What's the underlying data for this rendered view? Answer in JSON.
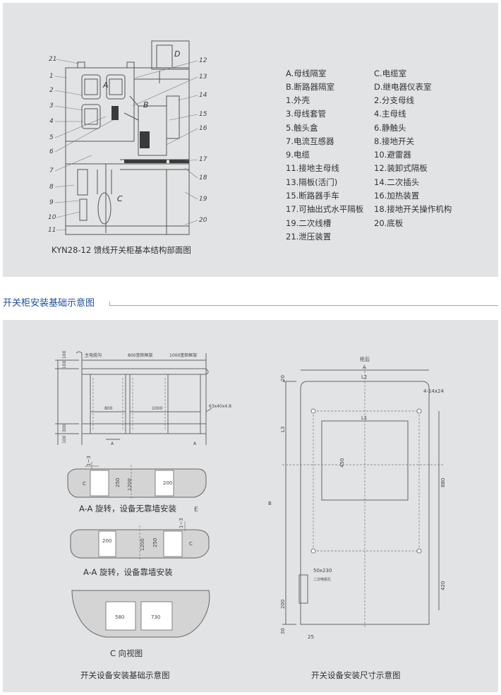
{
  "top_diagram": {
    "section_labels": [
      "A",
      "B",
      "C",
      "D"
    ],
    "callouts": [
      "21",
      "1",
      "2",
      "3",
      "4",
      "5",
      "6",
      "7",
      "8",
      "9",
      "10",
      "11",
      "12",
      "13",
      "14",
      "15",
      "16",
      "17",
      "18",
      "19",
      "20"
    ],
    "caption": "KYN28-12 馈线开关柜基本结构部面图"
  },
  "legend": [
    [
      "A.母线隔室",
      "C.电缆室"
    ],
    [
      "B.断路器隔室",
      "D.继电器仪表室"
    ],
    [
      "1.外壳",
      "2.分支母线"
    ],
    [
      "3.母线套管",
      "4.主母线"
    ],
    [
      "5.触头盒",
      "6.静触头"
    ],
    [
      "7.电流互感器",
      "8.接地开关"
    ],
    [
      "9.电缆",
      "10.避雷器"
    ],
    [
      "11.接地主母线",
      "12.装卸式隔板"
    ],
    [
      "13.隔板(活门)",
      "14.二次插头"
    ],
    [
      "15.断路器手车",
      "16.加热装置"
    ],
    [
      "17.可抽出式水平隔板",
      "18.接地开关操作机构"
    ],
    [
      "19.二次线槽",
      "20.底板"
    ],
    [
      "21.泄压装置",
      ""
    ]
  ],
  "section_title": "开关柜安装基础示意图",
  "foundation": {
    "plan_labels": [
      "主电缆沟",
      "800宽柜框架",
      "1000宽柜框架"
    ],
    "plan_dims": [
      "100",
      "100",
      "300",
      "100",
      "800",
      "1000",
      "63x40x4.8",
      "A",
      "A"
    ],
    "view1_dims": [
      "1~3",
      "C",
      "250",
      "1200",
      "200"
    ],
    "view1_caption": "A-A 旋转，设备无靠墙安装",
    "view1_mark": "E",
    "view2_dims": [
      "200",
      "1200",
      "250",
      "1~3",
      "C"
    ],
    "view2_caption": "A-A 旋转，设备靠墙安装",
    "view3_dims": [
      "580",
      "730"
    ],
    "view3_caption": "C 向视图",
    "caption": "开关设备安装基础示意图"
  },
  "dimension_drawing": {
    "top_label": "柜后",
    "dims": [
      "A",
      "L2",
      "L1",
      "4-14x24",
      "20",
      "L3",
      "450",
      "880",
      "B",
      "420",
      "50x230",
      "二次电缆孔",
      "200",
      "30",
      "25"
    ],
    "caption": "开关设备安装尺寸示意图"
  }
}
